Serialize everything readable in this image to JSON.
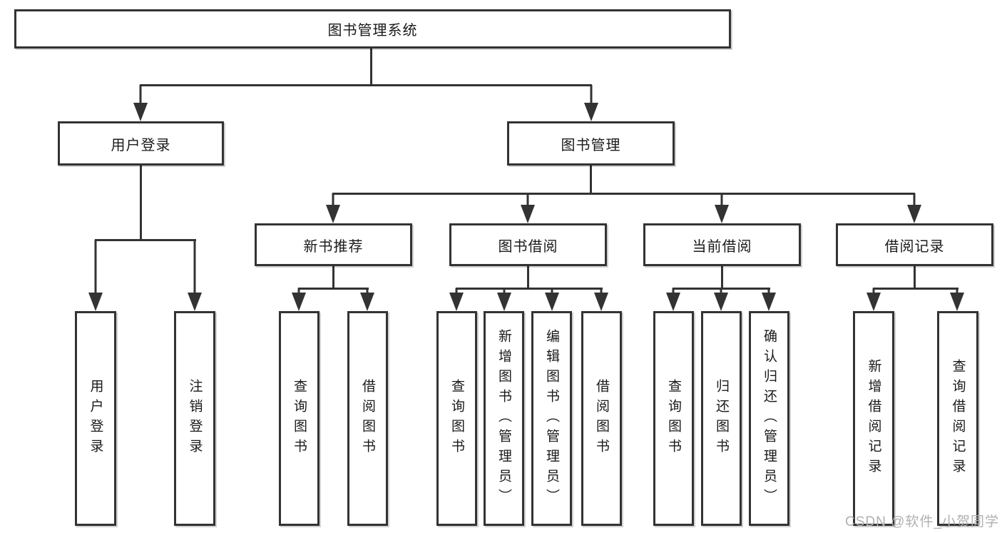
{
  "colors": {
    "line": "#333333",
    "box_bg": "#ffffff",
    "text": "#1a1a1a",
    "watermark": "#b0b0b0"
  },
  "tree": {
    "root": {
      "label": "图书管理系统"
    },
    "branches": [
      {
        "label": "用户登录",
        "children": [
          {
            "label": "用户登录"
          },
          {
            "label": "注销登录"
          }
        ]
      },
      {
        "label": "图书管理",
        "children": [
          {
            "label": "新书推荐",
            "children": [
              {
                "label": "查询图书"
              },
              {
                "label": "借阅图书"
              }
            ]
          },
          {
            "label": "图书借阅",
            "children": [
              {
                "label": "查询图书"
              },
              {
                "label": "新增图书（管理员）"
              },
              {
                "label": "编辑图书（管理员）"
              },
              {
                "label": "借阅图书"
              }
            ]
          },
          {
            "label": "当前借阅",
            "children": [
              {
                "label": "查询图书"
              },
              {
                "label": "归还图书"
              },
              {
                "label": "确认归还（管理员）"
              }
            ]
          },
          {
            "label": "借阅记录",
            "children": [
              {
                "label": "新增借阅记录"
              },
              {
                "label": "查询借阅记录"
              }
            ]
          }
        ]
      }
    ]
  },
  "watermark": {
    "text": "CSDN @软件_小贺同学"
  }
}
